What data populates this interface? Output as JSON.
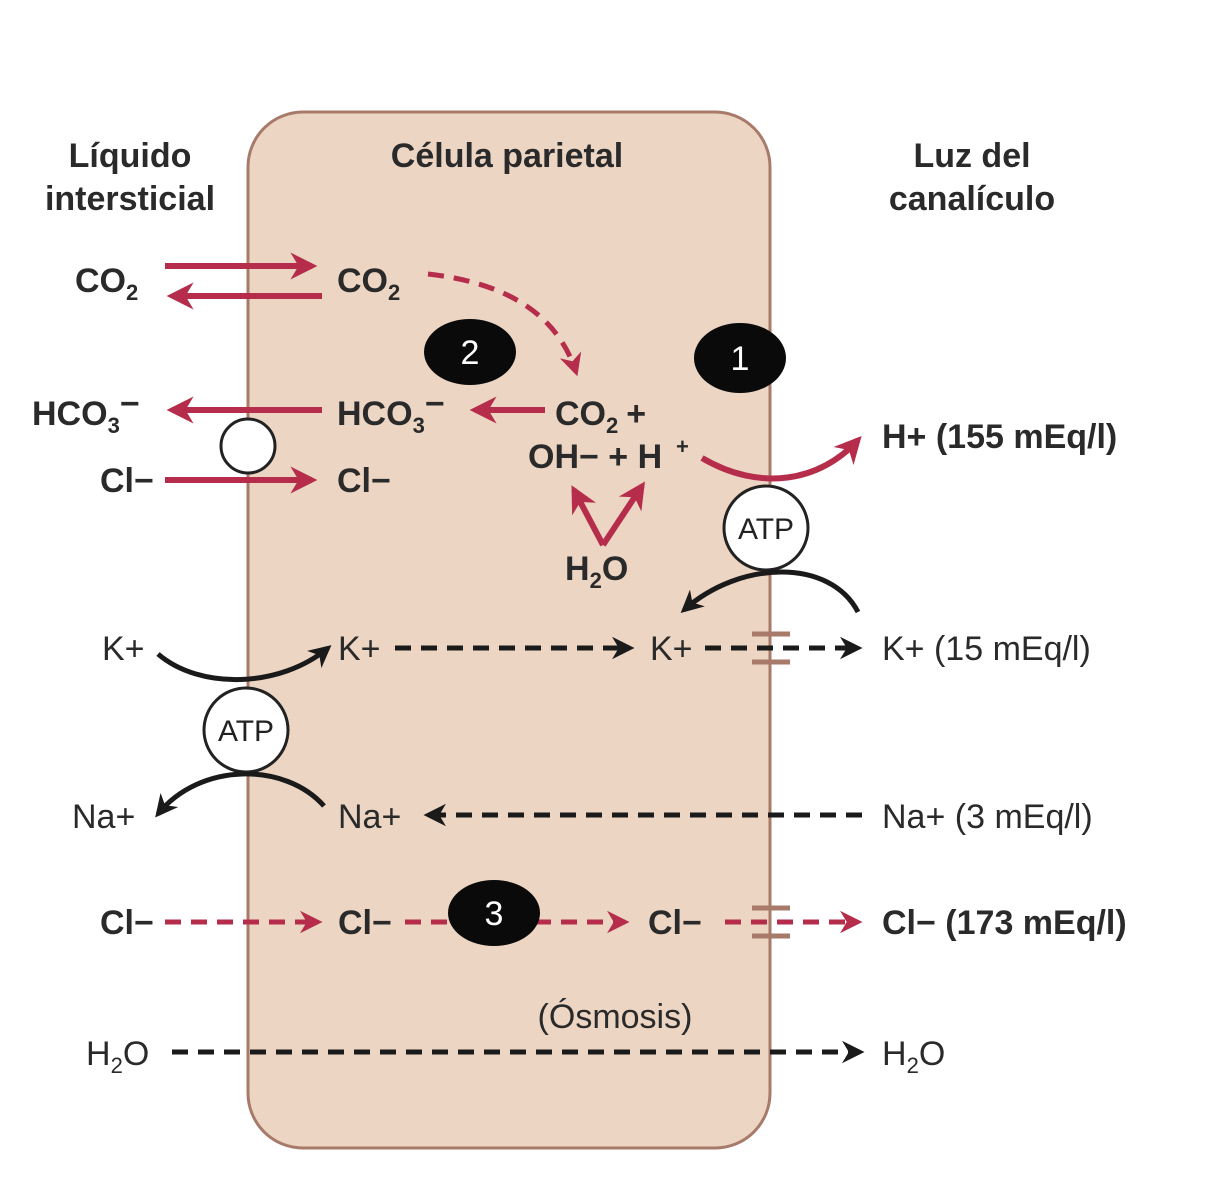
{
  "headers": {
    "left_line1": "Líquido",
    "left_line2": "intersticial",
    "center": "Célula parietal",
    "right_line1": "Luz del",
    "right_line2": "canalículo"
  },
  "species": {
    "co2_left": "CO",
    "co2_cell": "CO",
    "co2_react": "CO",
    "co2_plus": "+",
    "hco3_left": "HCO",
    "hco3_cell": "HCO",
    "charge_minus": "−",
    "oh_h": "OH− + H",
    "h_plus": "+",
    "cl_left": "Cl−",
    "cl_cell": "Cl−",
    "h2o_cell": "H",
    "h2o_o": "O",
    "k_left": "K+",
    "k_cell": "K+",
    "k_apical": "K+",
    "na_left": "Na+",
    "na_cell": "Na+",
    "cl2_left": "Cl−",
    "cl2_cell": "Cl−",
    "cl2_apical": "Cl−",
    "h2o_left": "H",
    "h2o_right": "H",
    "sub2": "2",
    "sub3": "3"
  },
  "lumen": {
    "h_conc": "H+ (155 mEq/l)",
    "k_conc": "K+ (15 mEq/l)",
    "na_conc": "Na+ (3 mEq/l)",
    "cl_conc": "Cl− (173 mEq/l)"
  },
  "osmosis": "(Ósmosis)",
  "atp_label": "ATP",
  "badges": [
    "1",
    "2",
    "3"
  ],
  "colors": {
    "cell_fill": "#ecd5c3",
    "cell_stroke": "#a77a6a",
    "red_arrow": "#b52d4a",
    "black_arrow": "#1a1a1a",
    "badge": "#0a0a0a"
  }
}
